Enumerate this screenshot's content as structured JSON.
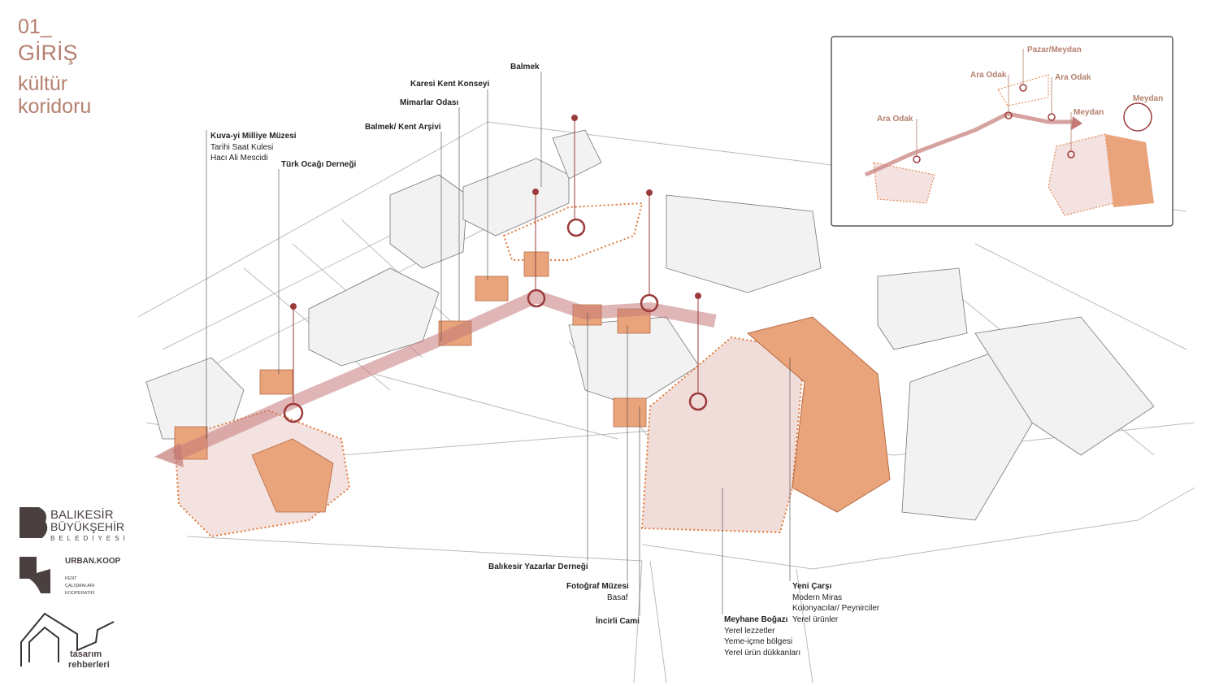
{
  "title": {
    "number": "01_",
    "heading": "GİRİŞ",
    "line1": "kültür",
    "line2": "koridoru"
  },
  "colors": {
    "accent": "#b5806f",
    "orange": "#e9a47c",
    "route": "#c47a78",
    "dark_red": "#9c3b3b",
    "ink": "#222222"
  },
  "labels": {
    "balmek": "Balmek",
    "karesi": "Karesi Kent Konseyi",
    "mimarlar": "Mimarlar Odası",
    "arsiv": "Balmek/ Kent Arşivi",
    "kuvayi": {
      "title": "Kuva-yi Milliye Müzesi",
      "sub1": "Tarihi Saat Kulesi",
      "sub2": "Hacı Ali Mescidi"
    },
    "turk_ocagi": "Türk Ocağı Derneği",
    "yazarlar": "Balıkesir Yazarlar Derneği",
    "fotograf": {
      "title": "Fotoğraf Müzesi",
      "sub1": "Basaf"
    },
    "incirli": "İncirli Cami",
    "meyhane": {
      "title": "Meyhane Boğazı",
      "sub1": "Yerel lezzetler",
      "sub2": "Yeme-içme bölgesi",
      "sub3": "Yerel ürün dükkanları"
    },
    "yeni_carsi": {
      "title": "Yeni Çarşı",
      "sub1": "Modern Miras",
      "sub2": "Kolonyacılar/ Peynirciler",
      "sub3": "Yerel ürünler"
    }
  },
  "inset": {
    "pazar": "Pazar/Meydan",
    "ara_odak_1": "Ara Odak",
    "ara_odak_2": "Ara Odak",
    "ara_odak_3": "Ara Odak",
    "meydan": "Meydan",
    "meydan_legend": "Meydan"
  },
  "logos": {
    "balikesir": {
      "line1": "BALIKESİR",
      "line2": "BÜYÜKŞEHİR",
      "line3": "BELEDİYESİ"
    },
    "urban": {
      "name": "URBAN.KOOP",
      "sub1": "KENT",
      "sub2": "ÇALIŞMALARI",
      "sub3": "KOOPERATİFİ"
    },
    "tasarim": {
      "line1": "tasarım",
      "line2": "rehberleri"
    }
  }
}
